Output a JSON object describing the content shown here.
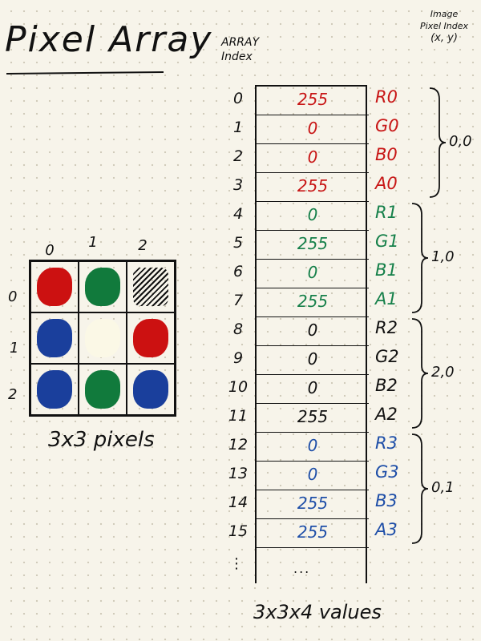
{
  "title": "Pixel Array",
  "headers": {
    "array_index": [
      "ARRAY",
      "Index"
    ],
    "image_index": [
      "Image",
      "Pixel Index",
      "(x, y)"
    ]
  },
  "grid": {
    "caption": "3x3 pixels",
    "col_labels": [
      "0",
      "1",
      "2"
    ],
    "row_labels": [
      "0",
      "1",
      "2"
    ],
    "cells": [
      {
        "color": "#cc1111",
        "hatch": false
      },
      {
        "color": "#117a3c",
        "hatch": false
      },
      {
        "color": "#111111",
        "hatch": true
      },
      {
        "color": "#1a3f9c",
        "hatch": false
      },
      {
        "color": "#fbf8e6",
        "hatch": false
      },
      {
        "color": "#cc1111",
        "hatch": false
      },
      {
        "color": "#1a3f9c",
        "hatch": false
      },
      {
        "color": "#117a3c",
        "hatch": false
      },
      {
        "color": "#1a3f9c",
        "hatch": false
      }
    ]
  },
  "array": {
    "rows": [
      {
        "index": "0",
        "value": "255",
        "channel": "R0",
        "color": "#c81616"
      },
      {
        "index": "1",
        "value": "0",
        "channel": "G0",
        "color": "#c81616"
      },
      {
        "index": "2",
        "value": "0",
        "channel": "B0",
        "color": "#c81616"
      },
      {
        "index": "3",
        "value": "255",
        "channel": "A0",
        "color": "#c81616"
      },
      {
        "index": "4",
        "value": "0",
        "channel": "R1",
        "color": "#16804a"
      },
      {
        "index": "5",
        "value": "255",
        "channel": "G1",
        "color": "#16804a"
      },
      {
        "index": "6",
        "value": "0",
        "channel": "B1",
        "color": "#16804a"
      },
      {
        "index": "7",
        "value": "255",
        "channel": "A1",
        "color": "#16804a"
      },
      {
        "index": "8",
        "value": "0",
        "channel": "R2",
        "color": "#111111"
      },
      {
        "index": "9",
        "value": "0",
        "channel": "G2",
        "color": "#111111"
      },
      {
        "index": "10",
        "value": "0",
        "channel": "B2",
        "color": "#111111"
      },
      {
        "index": "11",
        "value": "255",
        "channel": "A2",
        "color": "#111111"
      },
      {
        "index": "12",
        "value": "0",
        "channel": "R3",
        "color": "#1f4fa8"
      },
      {
        "index": "13",
        "value": "0",
        "channel": "G3",
        "color": "#1f4fa8"
      },
      {
        "index": "14",
        "value": "255",
        "channel": "B3",
        "color": "#1f4fa8"
      },
      {
        "index": "15",
        "value": "255",
        "channel": "A3",
        "color": "#1f4fa8"
      }
    ],
    "pixel_groups": [
      {
        "label": "0,0"
      },
      {
        "label": "1,0"
      },
      {
        "label": "2,0"
      },
      {
        "label": "0,1"
      }
    ],
    "ellipsis_vertical": "⋮",
    "ellipsis_horizontal": "...",
    "caption": "3x3x4 values"
  }
}
